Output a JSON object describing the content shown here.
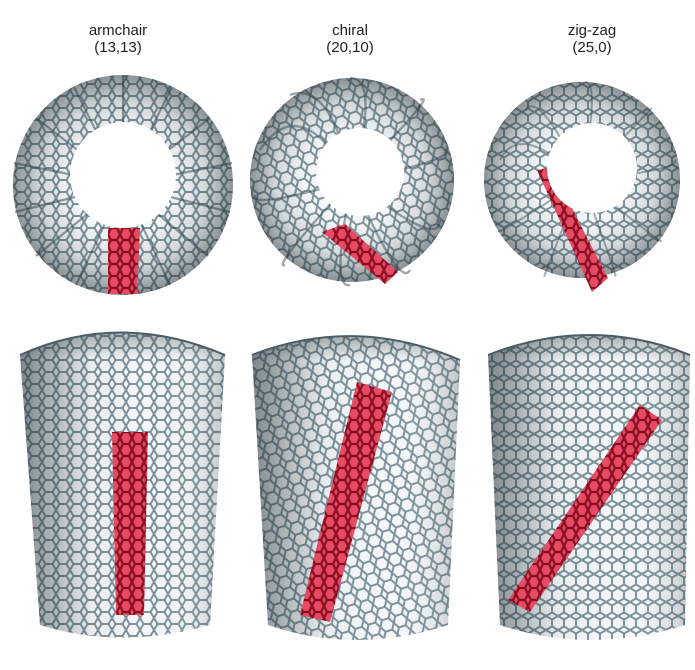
{
  "columns": [
    {
      "name": "armchair",
      "indices": "(13,13)"
    },
    {
      "name": "chiral",
      "indices": "(20,10)"
    },
    {
      "name": "zig-zag",
      "indices": "(25,0)"
    }
  ],
  "colors": {
    "lattice": "#e9eef2",
    "lattice_edge": "#6f8490",
    "shadow": "#33434c",
    "highlight": "#d4243f",
    "highlight_edge": "#7a0d1f"
  }
}
